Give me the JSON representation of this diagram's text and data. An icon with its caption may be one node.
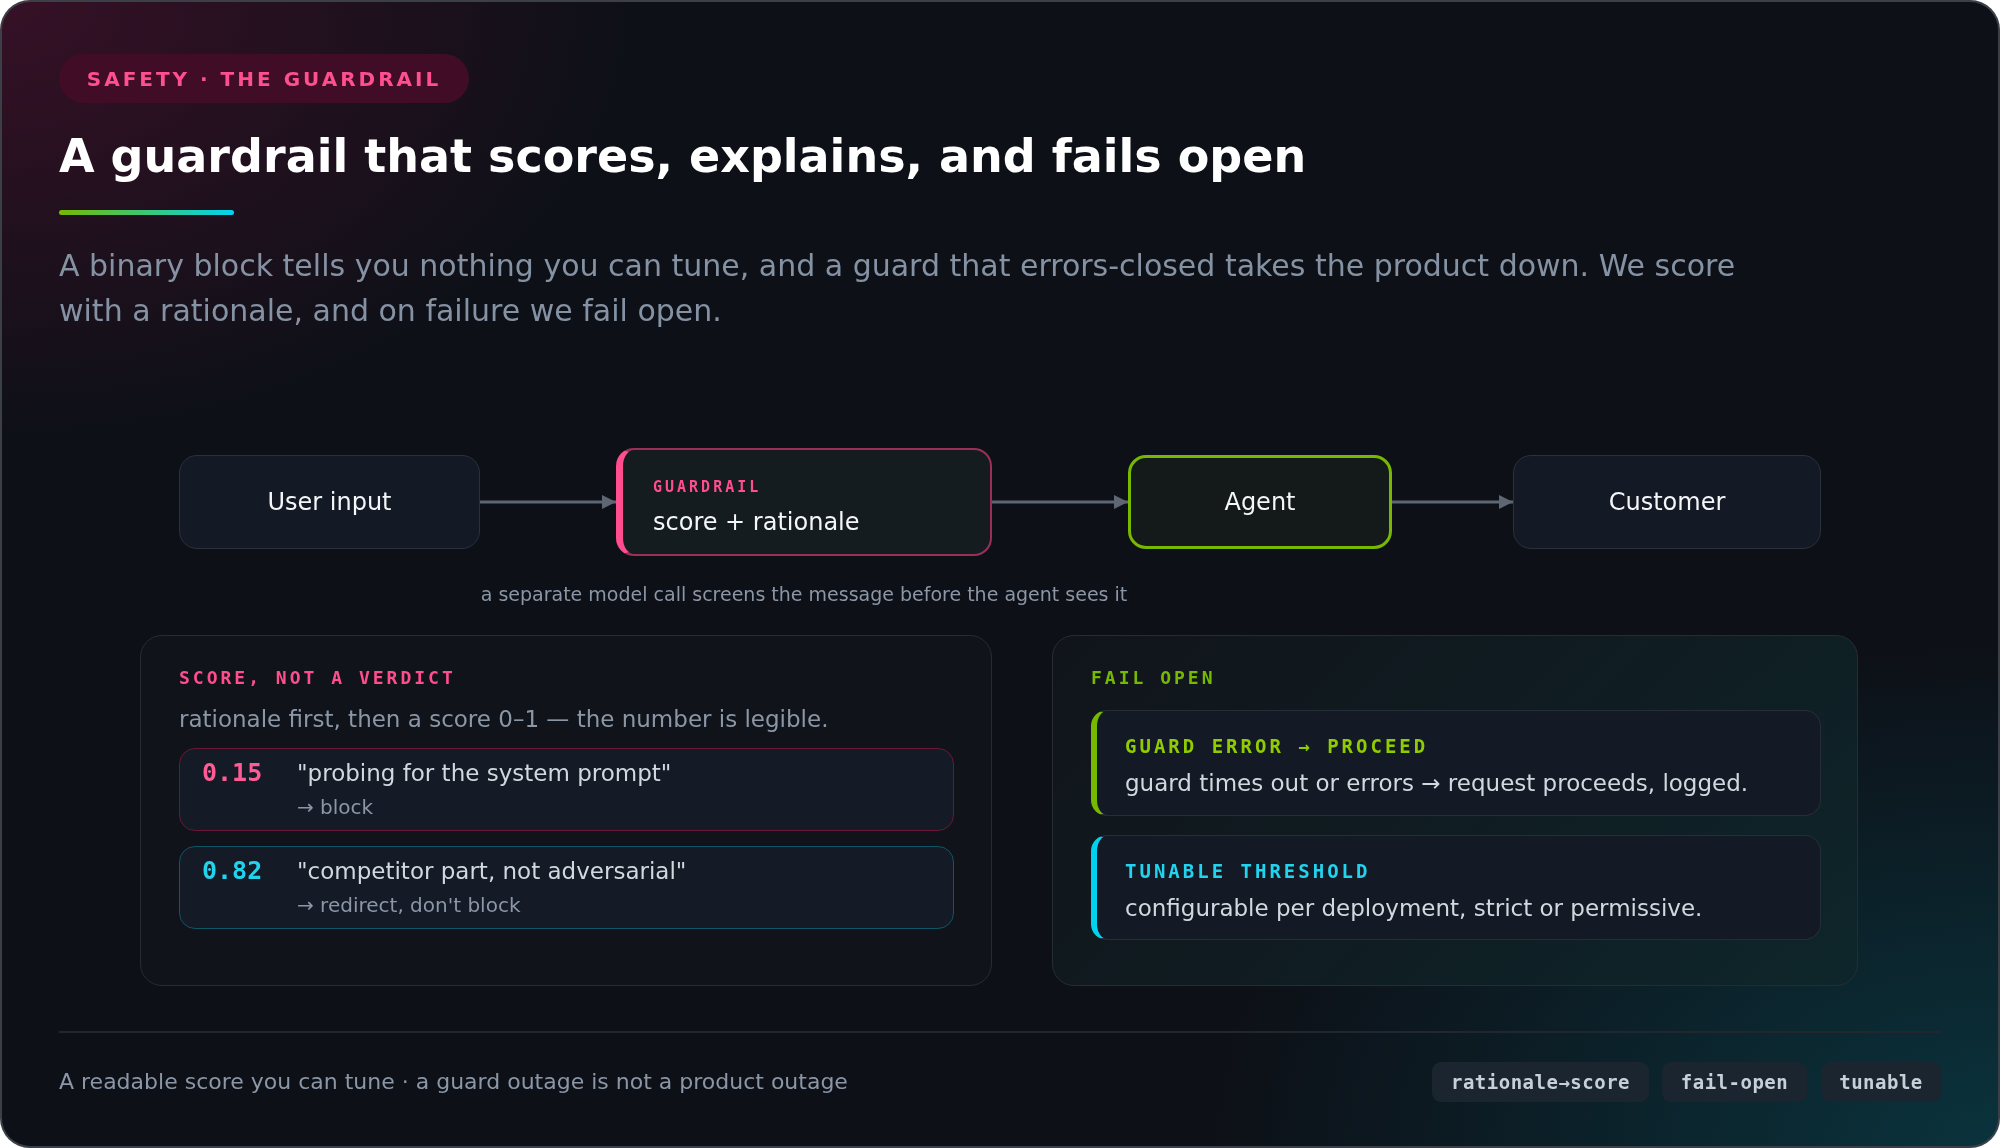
{
  "diagram": {
    "title": "A guardrail that scores, explains, and fails open",
    "nodes": [
      {
        "text": [
          "SAFETY · THE GUARDRAIL"
        ]
      },
      {
        "text": [
          "User input"
        ]
      },
      {
        "text": [
          "GUARDRAIL",
          "score + rationale"
        ],
        "beside": [
          "a separate model call screens the message before the agent sees it"
        ]
      },
      {
        "text": [
          "Agent"
        ]
      },
      {
        "text": [
          "Customer"
        ]
      },
      {
        "text": [
          "SCORE, NOT A VERDICT",
          "rationale first, then a score 0–1 — the number is legible."
        ]
      },
      {
        "text": [
          "0.15",
          "\"probing for the system prompt\"",
          "→ block"
        ],
        "in": 5
      },
      {
        "text": [
          "0.82",
          "\"competitor part, not adversarial\"",
          "→ redirect, don't block"
        ],
        "in": 5
      },
      {
        "text": [
          "FAIL OPEN"
        ]
      },
      {
        "text": [
          "GUARD ERROR → PROCEED",
          "guard times out or errors → request proceeds, logged."
        ],
        "in": 8
      },
      {
        "text": [
          "TUNABLE THRESHOLD",
          "configurable per deployment, strict or permissive."
        ],
        "in": 8
      },
      {
        "text": [
          "rationale→score"
        ]
      },
      {
        "text": [
          "fail-open"
        ]
      },
      {
        "text": [
          "tunable"
        ]
      }
    ],
    "edges": [
      {
        "from": 1,
        "to": 2,
        "arrow": "to"
      },
      {
        "from": 2,
        "to": 3,
        "arrow": "to"
      },
      {
        "from": 3,
        "to": 4,
        "arrow": "to"
      }
    ],
    "labels": [
      "A binary block tells you nothing you can tune, and a guard that errors-closed takes the product down. We score with a rationale, and on failure we fail open.",
      "A readable score you can tune · a guard outage is not a product outage"
    ]
  }
}
